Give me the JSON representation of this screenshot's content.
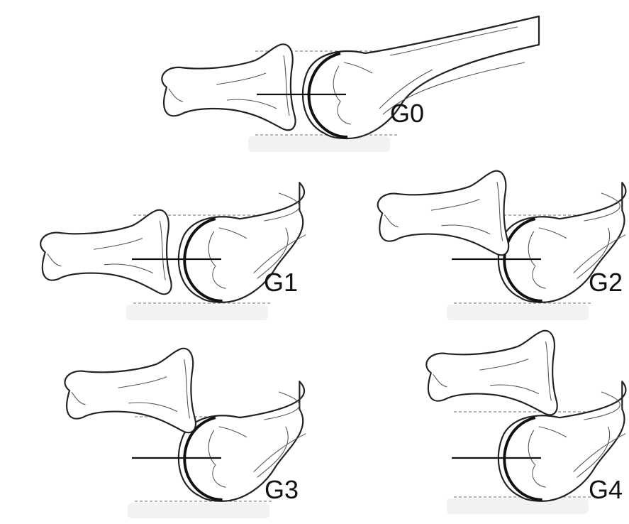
{
  "panels": [
    {
      "id": "G0",
      "label": "G0",
      "grade": 0
    },
    {
      "id": "G1",
      "label": "G1",
      "grade": 1
    },
    {
      "id": "G2",
      "label": "G2",
      "grade": 2
    },
    {
      "id": "G3",
      "label": "G3",
      "grade": 3
    },
    {
      "id": "G4",
      "label": "G4",
      "grade": 4
    }
  ],
  "colors": {
    "line": "#222222",
    "dashed_guide": "#888888",
    "background": "#ffffff"
  }
}
